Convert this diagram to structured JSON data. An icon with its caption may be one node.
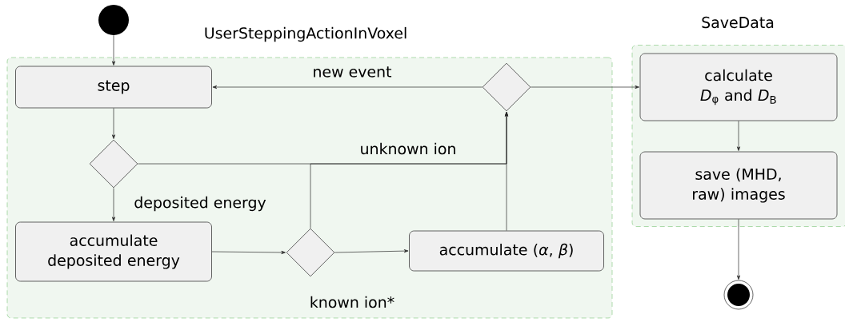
{
  "diagram": {
    "nodes": [
      {
        "text": [],
        "shape": "circle"
      },
      {
        "text": [
          "UserSteppingActionInVoxel"
        ]
      },
      {
        "text": [
          "step"
        ],
        "in": 1
      },
      {
        "text": [],
        "shape": "diamond",
        "in": 1
      },
      {
        "text": [
          "accumulate deposited energy"
        ],
        "in": 1
      },
      {
        "text": [],
        "shape": "diamond",
        "in": 1
      },
      {
        "text": [
          "accumulate (*α*, *β*)"
        ],
        "in": 1
      },
      {
        "text": [],
        "shape": "diamond",
        "in": 1
      },
      {
        "text": [
          "SaveData"
        ]
      },
      {
        "text": [
          "calculate *D*$_{φ}$ and *D*$_{B}$"
        ],
        "in": 8
      },
      {
        "text": [
          "save (MHD, raw) images"
        ],
        "in": 8
      },
      {
        "text": [],
        "shape": "circle"
      }
    ],
    "edges": [
      {
        "from": 0,
        "to": 2,
        "arrow": "to"
      },
      {
        "from": 2,
        "to": 3,
        "arrow": "to"
      },
      {
        "from": 3,
        "to": 4,
        "arrow": "to",
        "label": "deposited energy"
      },
      {
        "from": 4,
        "to": 5,
        "arrow": "to"
      },
      {
        "from": 5,
        "to": 6,
        "arrow": "to",
        "label": "known ion*"
      },
      {
        "from": 3,
        "to": 7,
        "arrow": "to",
        "label": "unknown ion"
      },
      {
        "from": 5,
        "to": 7,
        "arrow": "to"
      },
      {
        "from": 6,
        "to": 7,
        "arrow": "to"
      },
      {
        "from": 7,
        "to": 2,
        "arrow": "to",
        "label": "new event"
      },
      {
        "from": 7,
        "to": 9,
        "arrow": "to"
      },
      {
        "from": 9,
        "to": 10,
        "arrow": "to"
      },
      {
        "from": 10,
        "to": 11,
        "arrow": "to"
      }
    ]
  }
}
